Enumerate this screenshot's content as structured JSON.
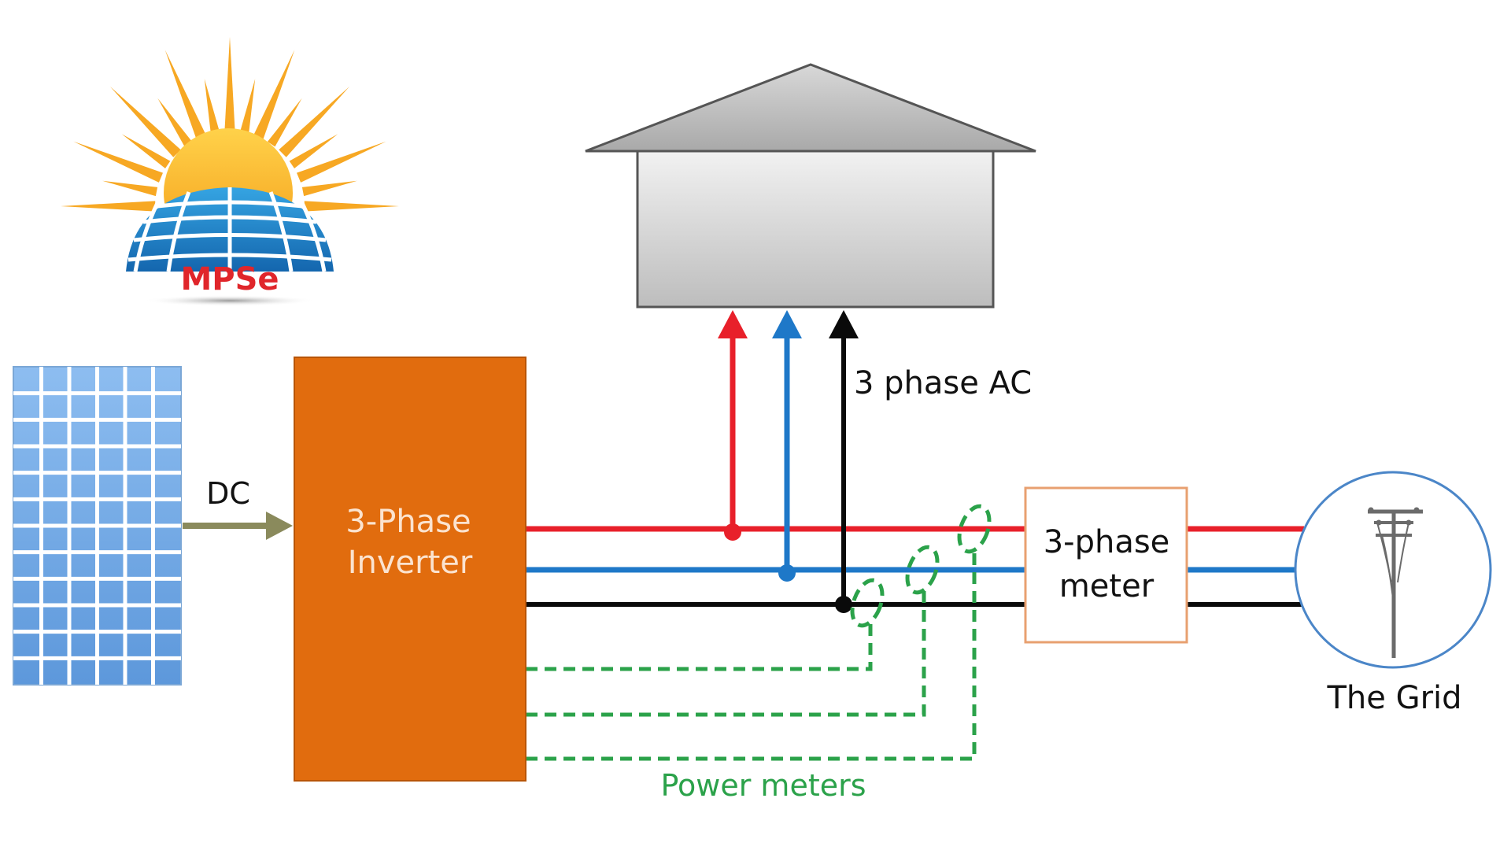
{
  "logo": {
    "text": "MPSe",
    "sun_color": "#F7A823",
    "panel_color": "#1F84C6",
    "text_color": "#E0262B"
  },
  "labels": {
    "dc": "DC",
    "inverter_line1": "3-Phase",
    "inverter_line2": "Inverter",
    "ac": "3 phase AC",
    "meter_line1": "3-phase",
    "meter_line2": "meter",
    "grid": "The Grid",
    "power_meters": "Power meters"
  },
  "colors": {
    "phase_red": "#E8202A",
    "phase_blue": "#1E78C8",
    "phase_black": "#0A0A0A",
    "inverter": "#E16C0E",
    "power_meter_dash": "#2BA24A",
    "dc_arrow": "#8A8A5C",
    "meter_border": "#E8A070",
    "house_fill": "#CFCFCF",
    "solar_panel": "#6FA8E6"
  }
}
